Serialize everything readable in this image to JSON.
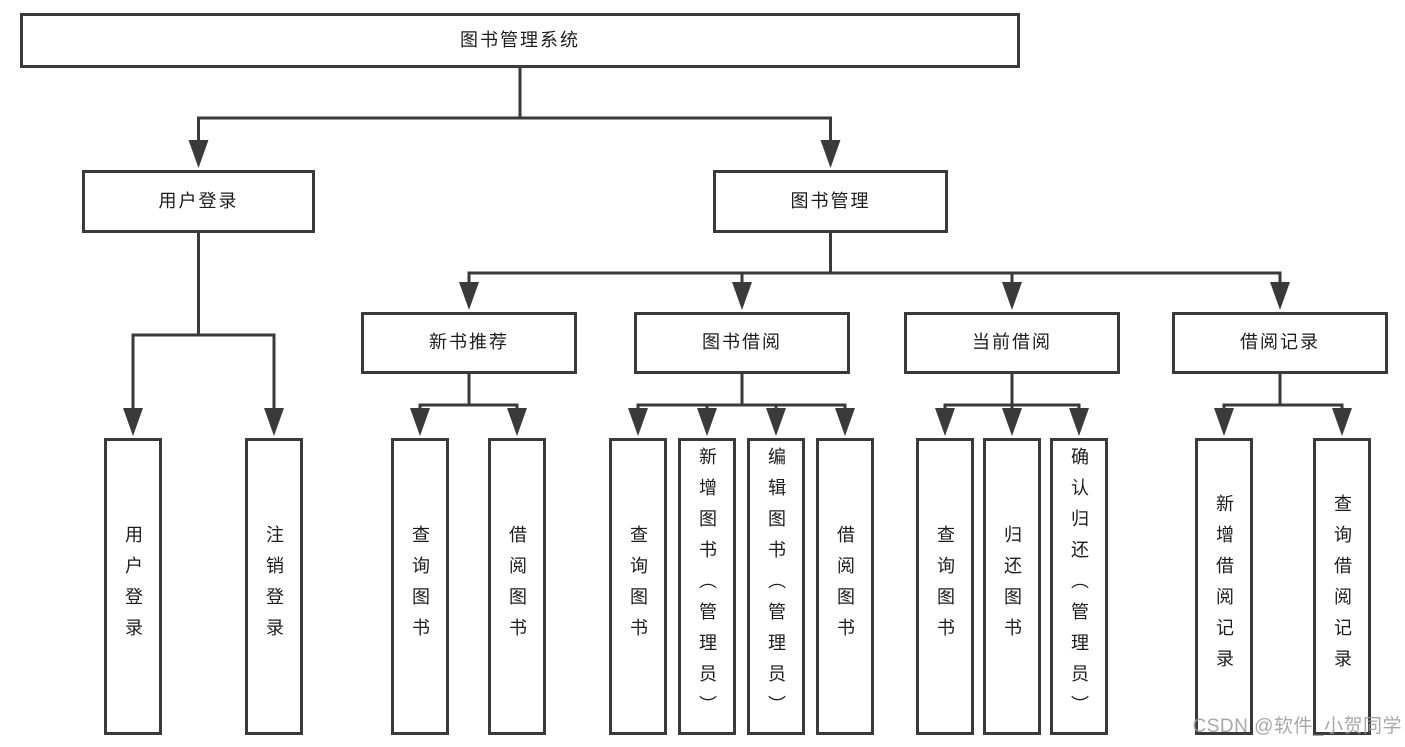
{
  "diagram": {
    "watermark": "CSDN @软件_小贺同学",
    "colors": {
      "line": "#3a3a3a",
      "node_border": "#3a3a3a",
      "text": "#1c1c1c",
      "watermark": "#9a9a9a",
      "background": "#ffffff"
    },
    "tree": {
      "root": {
        "label": "图书管理系统",
        "children": [
          {
            "label": "用户登录",
            "children": [
              {
                "label": "用户登录"
              },
              {
                "label": "注销登录"
              }
            ]
          },
          {
            "label": "图书管理",
            "children": [
              {
                "label": "新书推荐",
                "children": [
                  {
                    "label": "查询图书"
                  },
                  {
                    "label": "借阅图书"
                  }
                ]
              },
              {
                "label": "图书借阅",
                "children": [
                  {
                    "label": "查询图书"
                  },
                  {
                    "label": "新增图书（管理员）"
                  },
                  {
                    "label": "编辑图书（管理员）"
                  },
                  {
                    "label": "借阅图书"
                  }
                ]
              },
              {
                "label": "当前借阅",
                "children": [
                  {
                    "label": "查询图书"
                  },
                  {
                    "label": "归还图书"
                  },
                  {
                    "label": "确认归还（管理员）"
                  }
                ]
              },
              {
                "label": "借阅记录",
                "children": [
                  {
                    "label": "新增借阅记录"
                  },
                  {
                    "label": "查询借阅记录"
                  }
                ]
              }
            ]
          }
        ]
      }
    }
  }
}
